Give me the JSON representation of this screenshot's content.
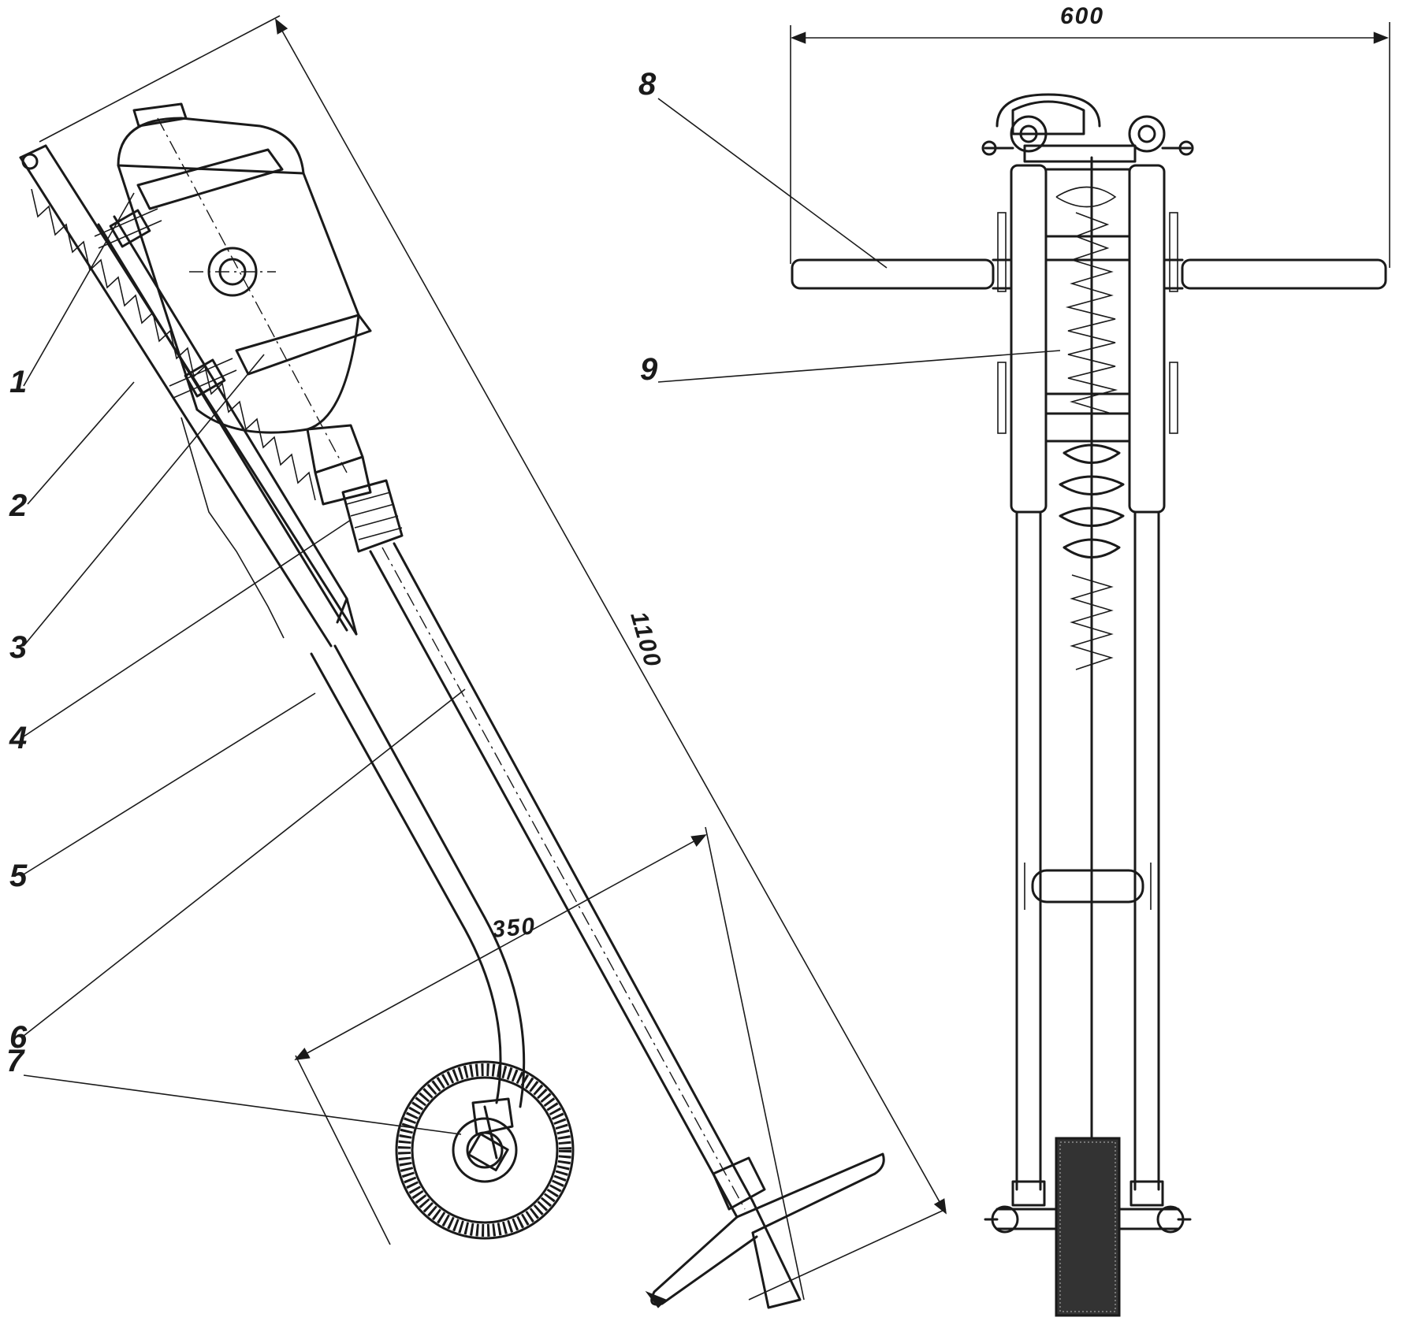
{
  "labels": {
    "l1": "1",
    "l2": "2",
    "l3": "3",
    "l4": "4",
    "l5": "5",
    "l6": "6",
    "l7": "7",
    "l8": "8",
    "l9": "9"
  },
  "dimensions": {
    "height": "1100",
    "width_handles": "600",
    "base": "350"
  }
}
